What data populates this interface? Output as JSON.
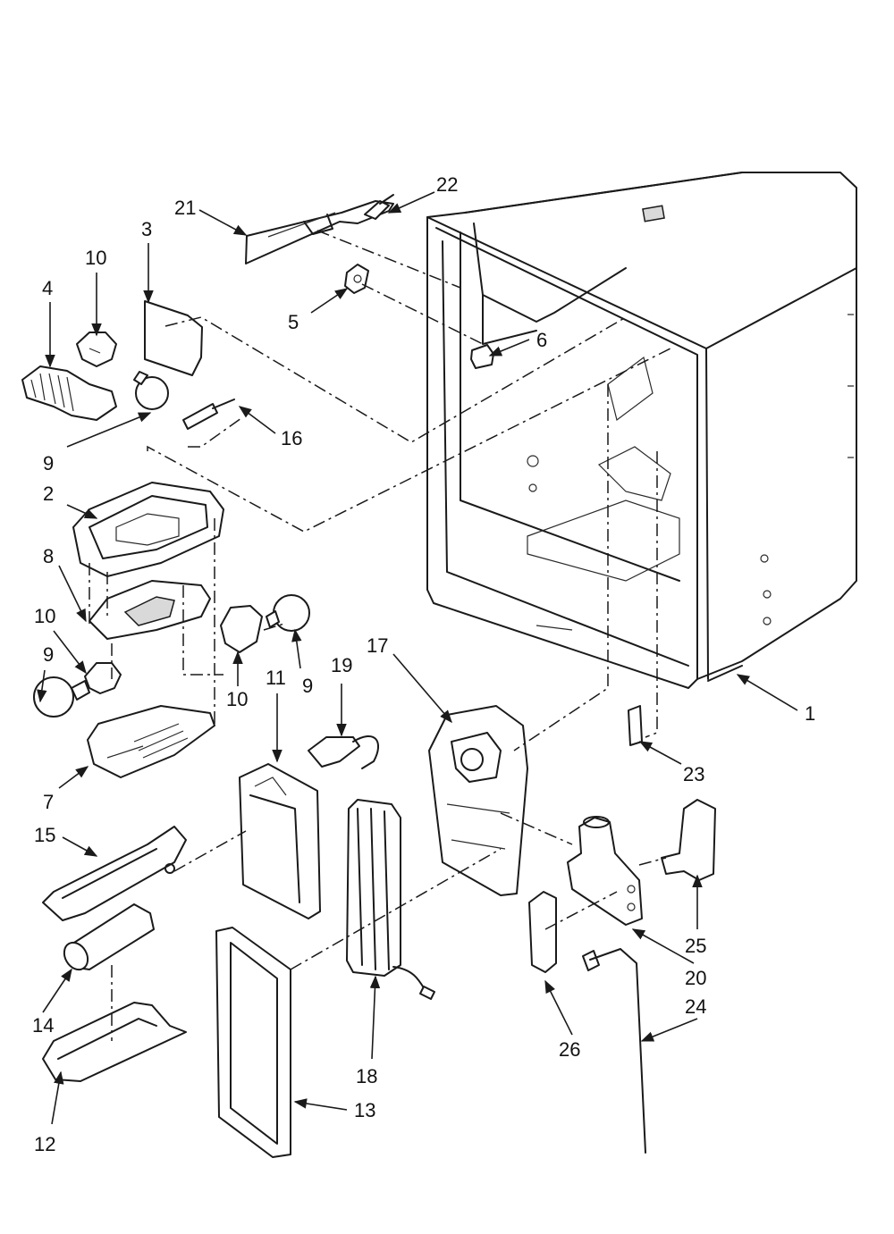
{
  "callouts": [
    {
      "id": "c1",
      "text": "1"
    },
    {
      "id": "c2",
      "text": "2"
    },
    {
      "id": "c3",
      "text": "3"
    },
    {
      "id": "c4",
      "text": "4"
    },
    {
      "id": "c5",
      "text": "5"
    },
    {
      "id": "c6",
      "text": "6"
    },
    {
      "id": "c7",
      "text": "7"
    },
    {
      "id": "c8",
      "text": "8"
    },
    {
      "id": "c9a",
      "text": "9"
    },
    {
      "id": "c9b",
      "text": "9"
    },
    {
      "id": "c9c",
      "text": "9"
    },
    {
      "id": "c10a",
      "text": "10"
    },
    {
      "id": "c10b",
      "text": "10"
    },
    {
      "id": "c10c",
      "text": "10"
    },
    {
      "id": "c11",
      "text": "11"
    },
    {
      "id": "c12",
      "text": "12"
    },
    {
      "id": "c13",
      "text": "13"
    },
    {
      "id": "c14",
      "text": "14"
    },
    {
      "id": "c15",
      "text": "15"
    },
    {
      "id": "c16",
      "text": "16"
    },
    {
      "id": "c17",
      "text": "17"
    },
    {
      "id": "c18",
      "text": "18"
    },
    {
      "id": "c19",
      "text": "19"
    },
    {
      "id": "c20",
      "text": "20"
    },
    {
      "id": "c21",
      "text": "21"
    },
    {
      "id": "c22",
      "text": "22"
    },
    {
      "id": "c23",
      "text": "23"
    },
    {
      "id": "c24",
      "text": "24"
    },
    {
      "id": "c25",
      "text": "25"
    },
    {
      "id": "c26",
      "text": "26"
    }
  ],
  "colors": {
    "line": "#1a1a1a",
    "background": "#ffffff",
    "shade": "#d9d9d9"
  }
}
